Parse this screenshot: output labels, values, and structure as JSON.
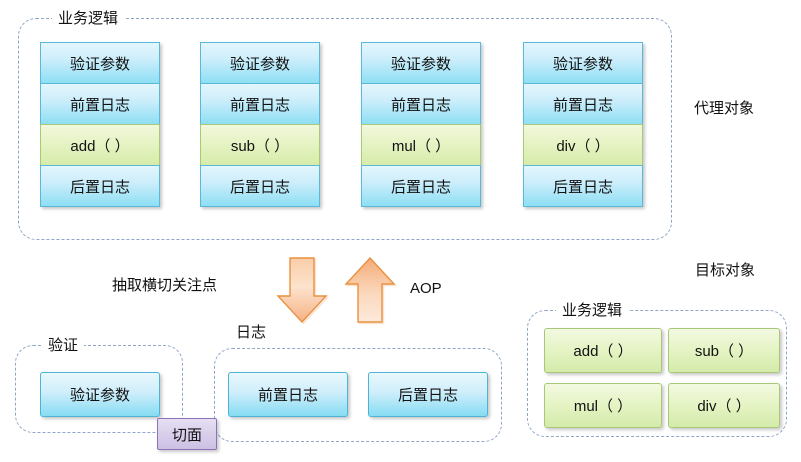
{
  "diagram": {
    "title": "AOP proxy object diagram",
    "colors": {
      "blue_cell": "#8ddff4",
      "green_cell": "#d6ecaa",
      "purple_box": "#cdc1e4",
      "arrow_orange": "#f5b887",
      "group_border": "#8fa6c8"
    }
  },
  "proxy_section": {
    "group_label": "业务逻辑",
    "side_label": "代理对象",
    "columns": [
      {
        "cells": [
          {
            "text": "验证参数",
            "kind": "blue"
          },
          {
            "text": "前置日志",
            "kind": "blue"
          },
          {
            "text": "add（ ）",
            "kind": "green"
          },
          {
            "text": "后置日志",
            "kind": "blue"
          }
        ]
      },
      {
        "cells": [
          {
            "text": "验证参数",
            "kind": "blue"
          },
          {
            "text": "前置日志",
            "kind": "blue"
          },
          {
            "text": "sub（ ）",
            "kind": "green"
          },
          {
            "text": "后置日志",
            "kind": "blue"
          }
        ]
      },
      {
        "cells": [
          {
            "text": "验证参数",
            "kind": "blue"
          },
          {
            "text": "前置日志",
            "kind": "blue"
          },
          {
            "text": "mul（ ）",
            "kind": "green"
          },
          {
            "text": "后置日志",
            "kind": "blue"
          }
        ]
      },
      {
        "cells": [
          {
            "text": "验证参数",
            "kind": "blue"
          },
          {
            "text": "前置日志",
            "kind": "blue"
          },
          {
            "text": "div（ ）",
            "kind": "green"
          },
          {
            "text": "后置日志",
            "kind": "blue"
          }
        ]
      }
    ]
  },
  "middle": {
    "extract_label": "抽取横切关注点",
    "aop_label": "AOP",
    "down_arrow": "down-arrow",
    "up_arrow": "up-arrow"
  },
  "aspect_section": {
    "validate_group_label": "验证",
    "log_group_label": "日志",
    "aspect_tag": "切面",
    "validate_items": [
      {
        "text": "验证参数"
      }
    ],
    "log_items": [
      {
        "text": "前置日志"
      },
      {
        "text": "后置日志"
      }
    ]
  },
  "target_section": {
    "side_label": "目标对象",
    "group_label": "业务逻辑",
    "methods": [
      {
        "text": "add（ ）"
      },
      {
        "text": "sub（ ）"
      },
      {
        "text": "mul（ ）"
      },
      {
        "text": "div（ ）"
      }
    ]
  }
}
